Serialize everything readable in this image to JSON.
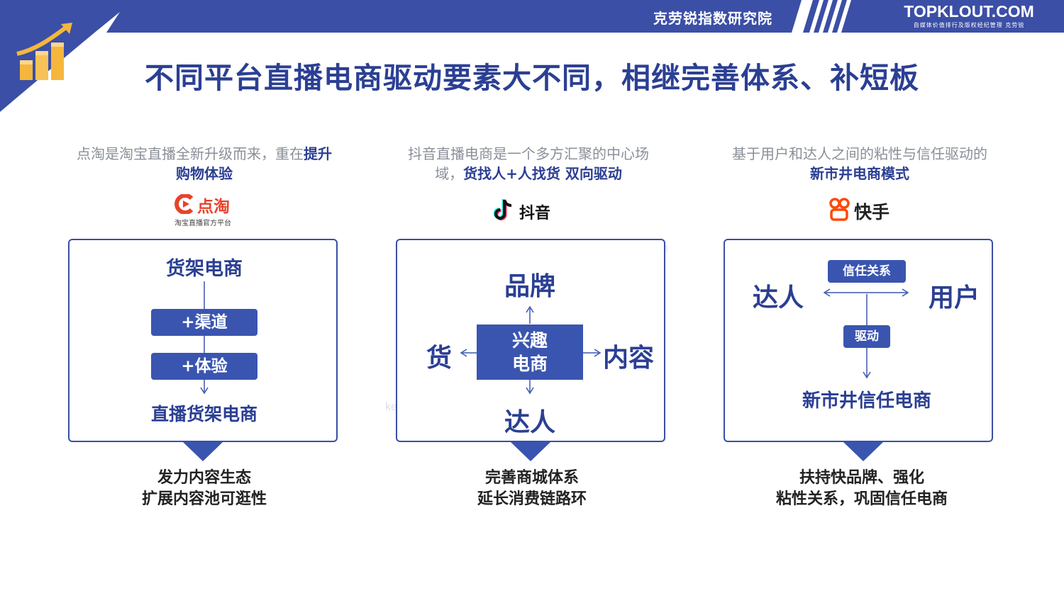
{
  "header": {
    "org": "克劳锐指数研究院",
    "brand": "TOPKLOUT.COM",
    "tagline": "自媒体价值排行及版权经纪管理 克劳锐"
  },
  "title": "不同平台直播电商驱动要素大不同，相继完善体系、补短板",
  "columns": [
    {
      "intro_plain": "点淘是淘宝直播全新升级而来，重在",
      "intro_bold": "提升购物体验",
      "logo_text": "点淘",
      "logo_sub": "淘宝直播官方平台",
      "diagram": {
        "top": "货架电商",
        "steps": [
          "+渠道",
          "+体验"
        ],
        "bottom": "直播货架电商"
      },
      "outcome": [
        "发力内容生态",
        "扩展内容池可逛性"
      ]
    },
    {
      "intro_plain": "抖音直播电商是一个多方汇聚的中心场域，",
      "intro_bold": "货找人+人找货 双向驱动",
      "logo_text": "抖音",
      "diagram": {
        "center": [
          "兴趣",
          "电商"
        ],
        "top": "品牌",
        "left": "货",
        "right": "内容",
        "bottom": "达人"
      },
      "outcome": [
        "完善商城体系",
        "延长消费链路环"
      ]
    },
    {
      "intro_plain": "基于用户和达人之间的粘性与信任驱动的",
      "intro_bold": "新市井电商模式",
      "logo_text": "快手",
      "diagram": {
        "left": "达人",
        "right": "用户",
        "relation": "信任关系",
        "drive": "驱动",
        "bottom": "新市井信任电商"
      },
      "outcome": [
        "扶持快品牌、强化",
        "粘性关系，巩固信任电商"
      ]
    }
  ],
  "watermark": "kesiyi.cn",
  "colors": {
    "primary": "#2b3f93",
    "accent": "#3a55b0",
    "muted": "#8a8f98"
  }
}
